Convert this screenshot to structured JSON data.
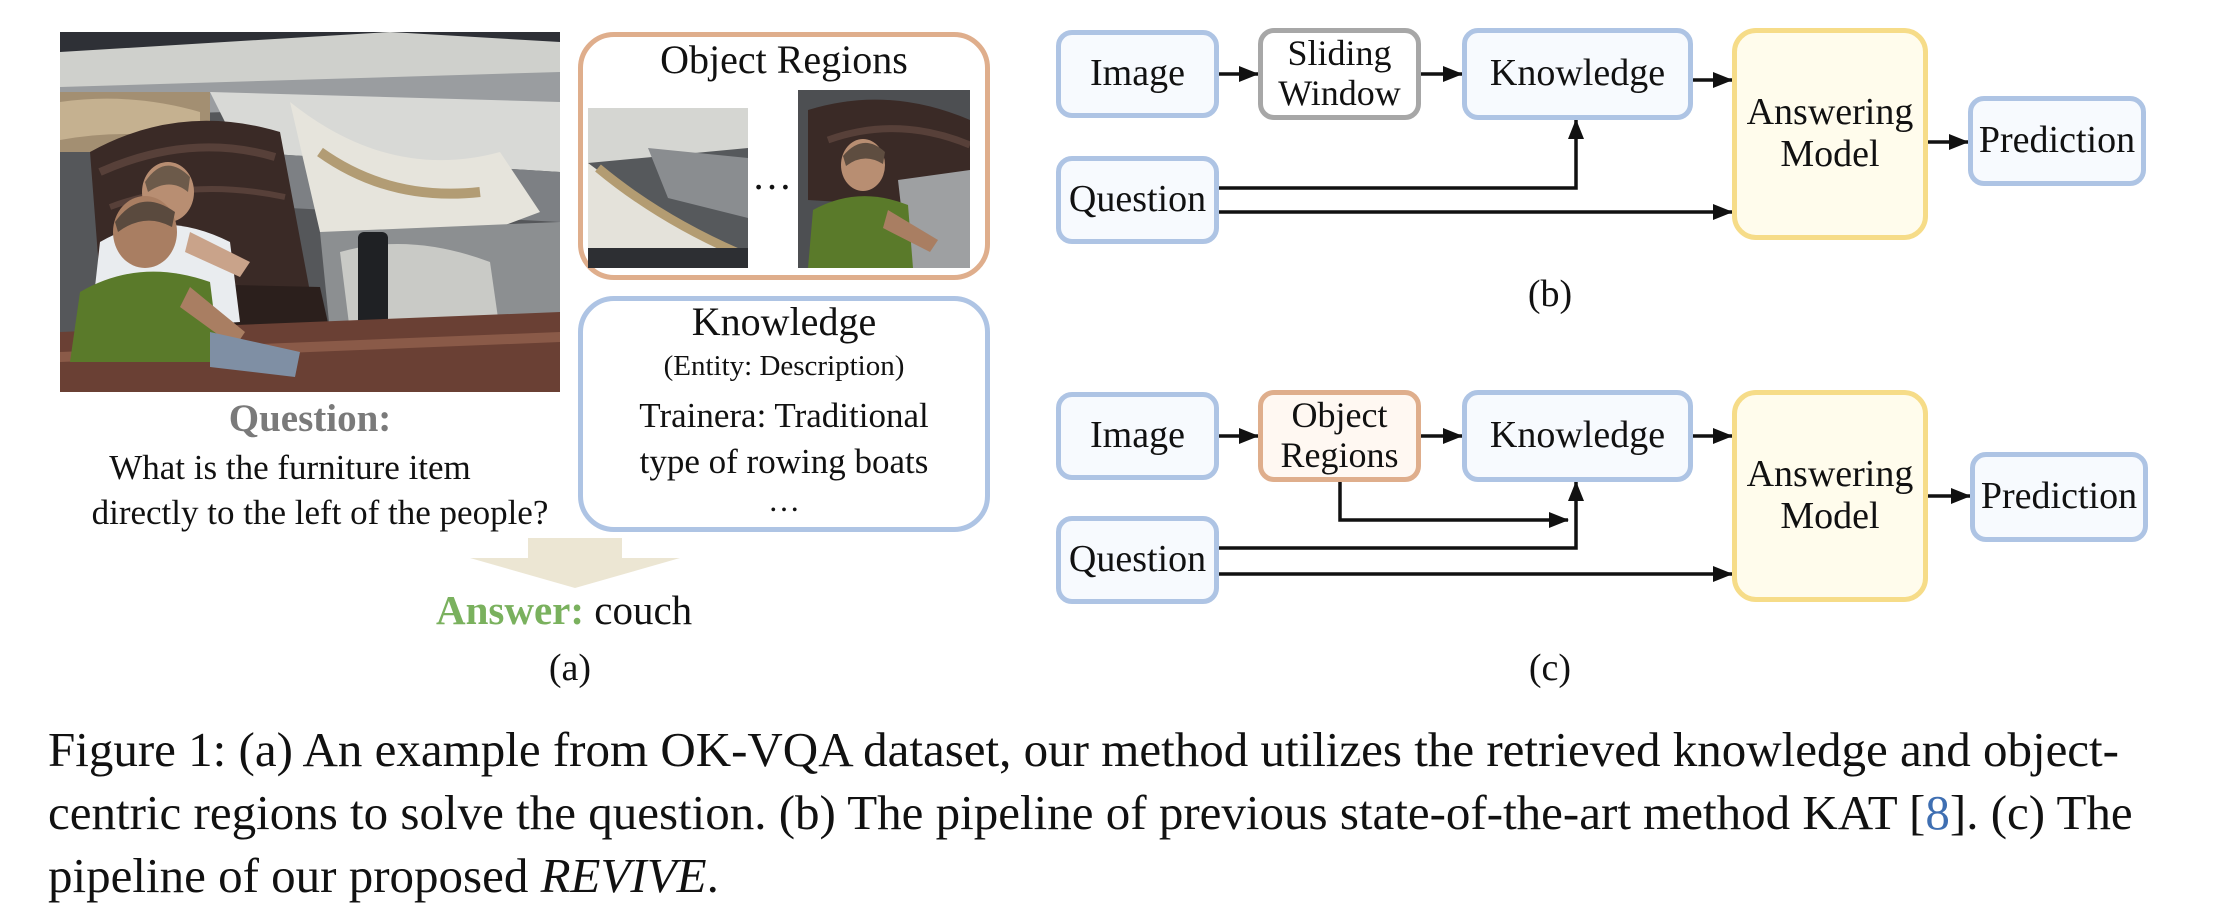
{
  "panel_a": {
    "object_regions_title": "Object Regions",
    "ellipsis": "…",
    "knowledge_title": "Knowledge",
    "knowledge_format": "(Entity: Description)",
    "knowledge_line1": "Trainera: Traditional",
    "knowledge_line2": "type of rowing boats",
    "question_label": "Question:",
    "question_line1": "What is the furniture item",
    "question_line2": "directly to the left of the people?",
    "answer_label": "Answer:",
    "answer_value": "couch",
    "label": "(a)"
  },
  "panel_b": {
    "image": "Image",
    "sliding_window": "Sliding\nWindow",
    "knowledge": "Knowledge",
    "question": "Question",
    "answering_model": "Answering\nModel",
    "prediction": "Prediction",
    "label": "(b)"
  },
  "panel_c": {
    "image": "Image",
    "object_regions": "Object\nRegions",
    "knowledge": "Knowledge",
    "question": "Question",
    "answering_model": "Answering\nModel",
    "prediction": "Prediction",
    "label": "(c)"
  },
  "caption": {
    "prefix": "Figure 1: (a) An example from OK-VQA dataset, our method utilizes the retrieved knowledge and object-centric regions to solve the question. (b) The pipeline of previous state-of-the-art method KAT [",
    "ref": "8",
    "middle": "]. (c) The pipeline of our proposed ",
    "method": "REVIVE",
    "suffix": "."
  },
  "colors": {
    "blue_border": "#aec4e4",
    "orange_border": "#dfae8c",
    "yellow_border": "#f6dc88",
    "gray_border": "#a7a7a7",
    "question_label": "#7a7a7a",
    "answer_label": "#7ab15e",
    "answer_arrow": "#ece6d3",
    "citation": "#3f6fb2"
  }
}
